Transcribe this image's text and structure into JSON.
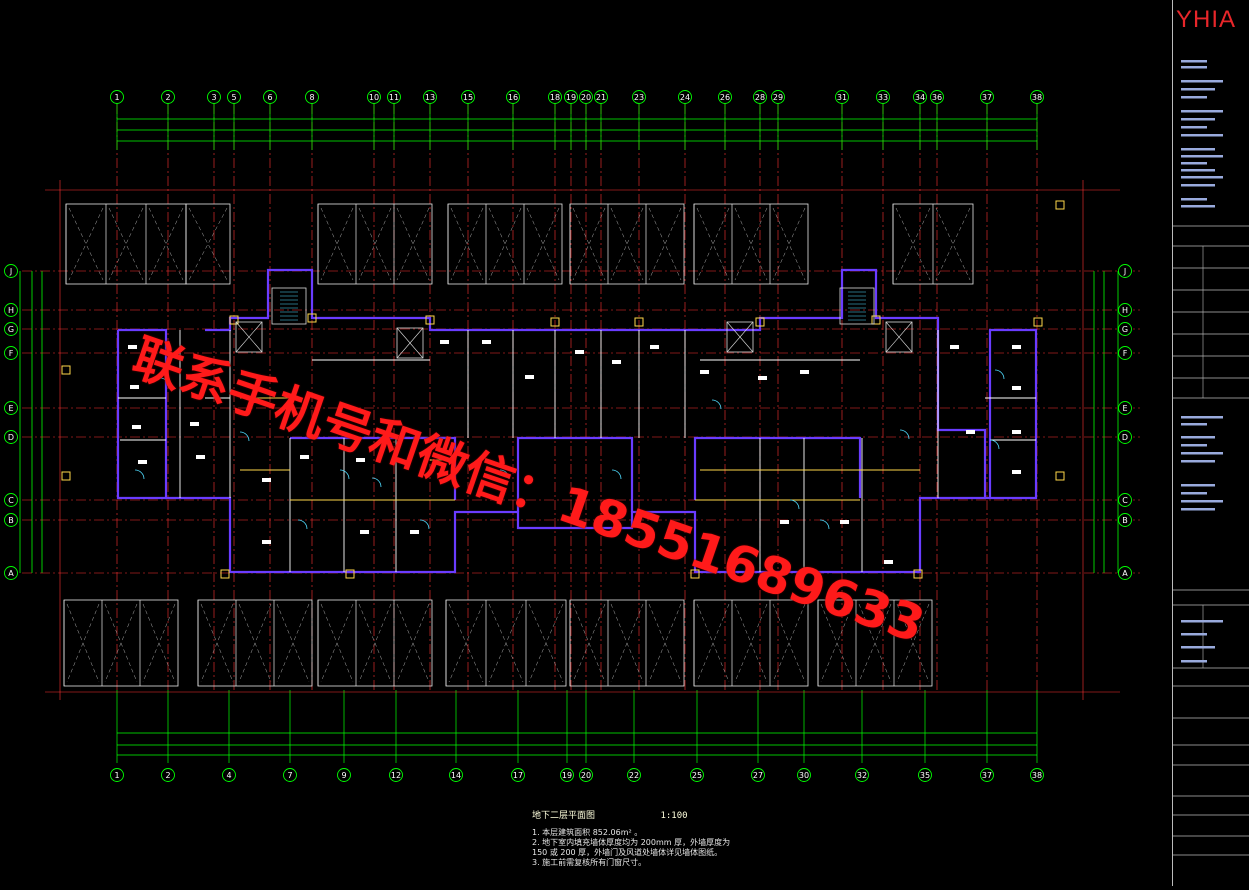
{
  "logo": "YHIA",
  "watermark": "联系手机号和微信：18551689633",
  "drawing": {
    "title": "地下二层平面图",
    "scale": "1:100",
    "notes": [
      "1. 本层建筑面积    852.06m²  。",
      "2. 地下室内填充墙体厚度均为    200mm  厚，外墙厚度为",
      "   150  或 200  厚，外墙门及风道处墙体详见墙体图纸。",
      "3. 施工前需复核所有门窗尺寸。"
    ]
  },
  "top_axes": [
    "1",
    "2",
    "3",
    "5",
    "6",
    "8",
    "10",
    "11",
    "13",
    "15",
    "16",
    "18",
    "19",
    "20",
    "21",
    "23",
    "24",
    "26",
    "28",
    "29",
    "31",
    "33",
    "34",
    "36",
    "37",
    "38"
  ],
  "bottom_axes": [
    "1",
    "2",
    "4",
    "7",
    "9",
    "12",
    "14",
    "17",
    "19",
    "20",
    "22",
    "25",
    "27",
    "30",
    "32",
    "35",
    "37",
    "38"
  ],
  "side_axes": [
    "J",
    "H",
    "G",
    "F",
    "E",
    "D",
    "C",
    "B",
    "A"
  ],
  "icons": {
    "logo": "yhia-logo-icon",
    "stair": "stair-hatch-icon"
  },
  "colors": {
    "background": "#000000",
    "grid": "#00ff00",
    "axis_lines": "#ff3333",
    "walls": "#6a3cff",
    "text": "#ffffff",
    "watermark": "#ff1a1a"
  }
}
